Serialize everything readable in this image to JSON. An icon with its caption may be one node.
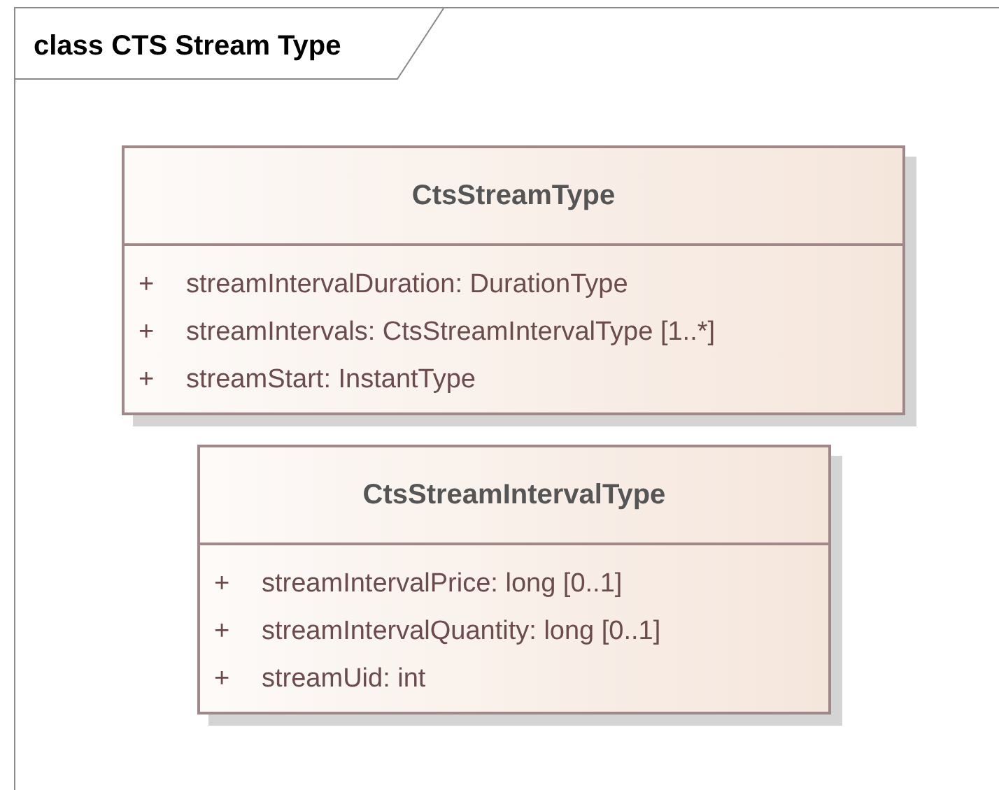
{
  "diagram": {
    "nodes": [
      {
        "text": [
          "class CTS Stream Type"
        ]
      },
      {
        "text": [
          "CtsStreamType",
          "+ streamIntervalDuration: DurationType",
          "+ streamIntervals: CtsStreamIntervalType [1..*]",
          "+ streamStart: InstantType"
        ],
        "in": 0
      },
      {
        "text": [
          "CtsStreamIntervalType",
          "+ streamIntervalPrice: long [0..1]",
          "+ streamIntervalQuantity: long [0..1]",
          "+ streamUid: int"
        ],
        "in": 0
      }
    ]
  }
}
